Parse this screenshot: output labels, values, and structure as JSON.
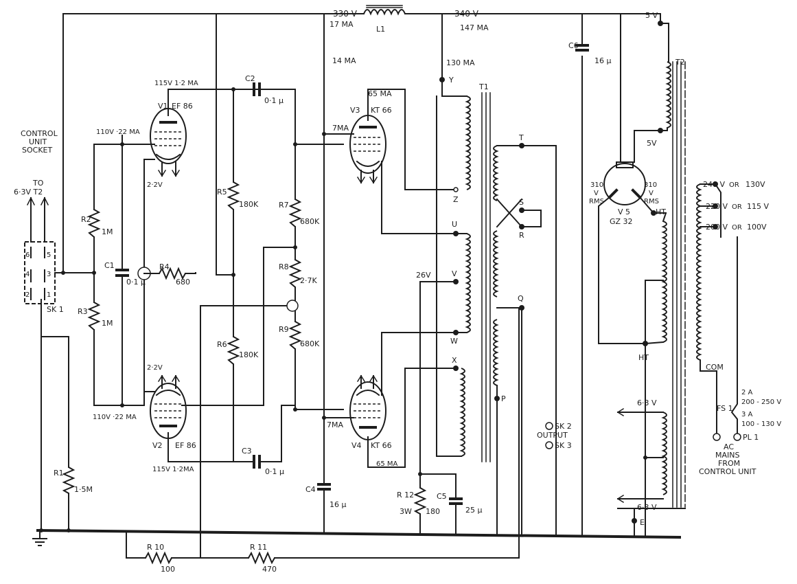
{
  "supply": {
    "v330": "330 V",
    "ma17": "17 MA",
    "l1": "L1",
    "v340": "340 V",
    "ma147": "147 MA",
    "ma14": "14 MA",
    "ma130": "130 MA",
    "v5_top": "5 V",
    "v5_mid": "5V"
  },
  "tubes": {
    "v1": {
      "name": "V1",
      "type": "EF 86"
    },
    "v2": {
      "name": "V2",
      "type": "EF 86"
    },
    "v3": {
      "name": "V3",
      "type": "KT 66"
    },
    "v4": {
      "name": "V4",
      "type": "KT 66"
    },
    "v5": {
      "name": "V 5",
      "type": "GZ 32"
    }
  },
  "labels": {
    "v1_plate": "115V  1·2 MA",
    "v1_screen": "110V ·22 MA",
    "v1_cath": "2·2V",
    "v2_cath": "2·2V",
    "v2_screen": "110V ·22 MA",
    "v2_plate": "115V  1·2MA",
    "v3_screen": "7MA",
    "v3_plate": "65 MA",
    "v4_screen": "7MA",
    "v4_plate": "65 MA",
    "cathode_v": "26V",
    "rms_left_1": "310",
    "rms_left_2": "V",
    "rms_left_3": "RMS",
    "rms_right_1": "310",
    "rms_right_2": "V",
    "rms_right_3": "RMS",
    "ht_top": "HT",
    "ht_bot": "HT",
    "com": "COM",
    "fil_top": "6·3 V",
    "fil_bot": "6·3 V",
    "e": "E"
  },
  "components": {
    "c1": "C1",
    "c1_val": "0·1",
    "c2": "C2",
    "c2_val": "0·1",
    "c3": "C3",
    "c3_val": "0·1",
    "c4": "C4",
    "c4_val": "16",
    "c5": "C5",
    "c5_val": "25",
    "c6": "C6",
    "c6_val": "16",
    "r1": "R1",
    "r1_val": "1·5M",
    "r2": "R2",
    "r2_val": "1M",
    "r3": "R3",
    "r3_val": "1M",
    "r4": "R4",
    "r4_val": "680",
    "r5": "R5",
    "r5_val": "180K",
    "r6": "R6",
    "r6_val": "180K",
    "r7": "R7",
    "r7_val": "680K",
    "r8": "R8",
    "r8_val": "2·7K",
    "r9": "R9",
    "r9_val": "680K",
    "r10": "R 10",
    "r10_val": "100",
    "r11": "R 11",
    "r11_val": "470",
    "r12": "R 12",
    "r12_w": "3W",
    "r12_val": "180"
  },
  "transformers": {
    "t1": "T1",
    "t2": "T2"
  },
  "taps": {
    "y": "Y",
    "z": "Z",
    "u": "U",
    "v": "V",
    "w": "W",
    "x": "X",
    "t": "T",
    "s": "S",
    "r": "R",
    "q": "Q",
    "p": "P"
  },
  "control": {
    "line1": "CONTROL",
    "line2": "UNIT",
    "line3": "SOCKET"
  },
  "heater_out": {
    "line1": "TO",
    "line2": "6·3V  T2"
  },
  "socket": {
    "name": "SK 1",
    "p6": "6",
    "p5": "5",
    "p4": "4",
    "p3": "3",
    "p2": "2",
    "p1": "1"
  },
  "output": {
    "sk2": "SK 2",
    "label": "OUTPUT",
    "sk3": "SK 3"
  },
  "mains": {
    "tap240": "240 V",
    "or1": "OR",
    "alt130": "130V",
    "tap220": "220 V",
    "or2": "OR",
    "alt115": "115 V",
    "tap200": "200 V",
    "or3": "OR",
    "alt100": "100V",
    "fs1": "FS 1",
    "fuse_a": "2 A",
    "fuse_a_range": "200 - 250 V",
    "fuse_b": "3 A",
    "fuse_b_range": "100 - 130 V",
    "pl1": "PL 1",
    "ac1": "AC",
    "ac2": "MAINS",
    "ac3": "FROM",
    "ac4": "CONTROL  UNIT"
  },
  "unit_mu": "µ"
}
